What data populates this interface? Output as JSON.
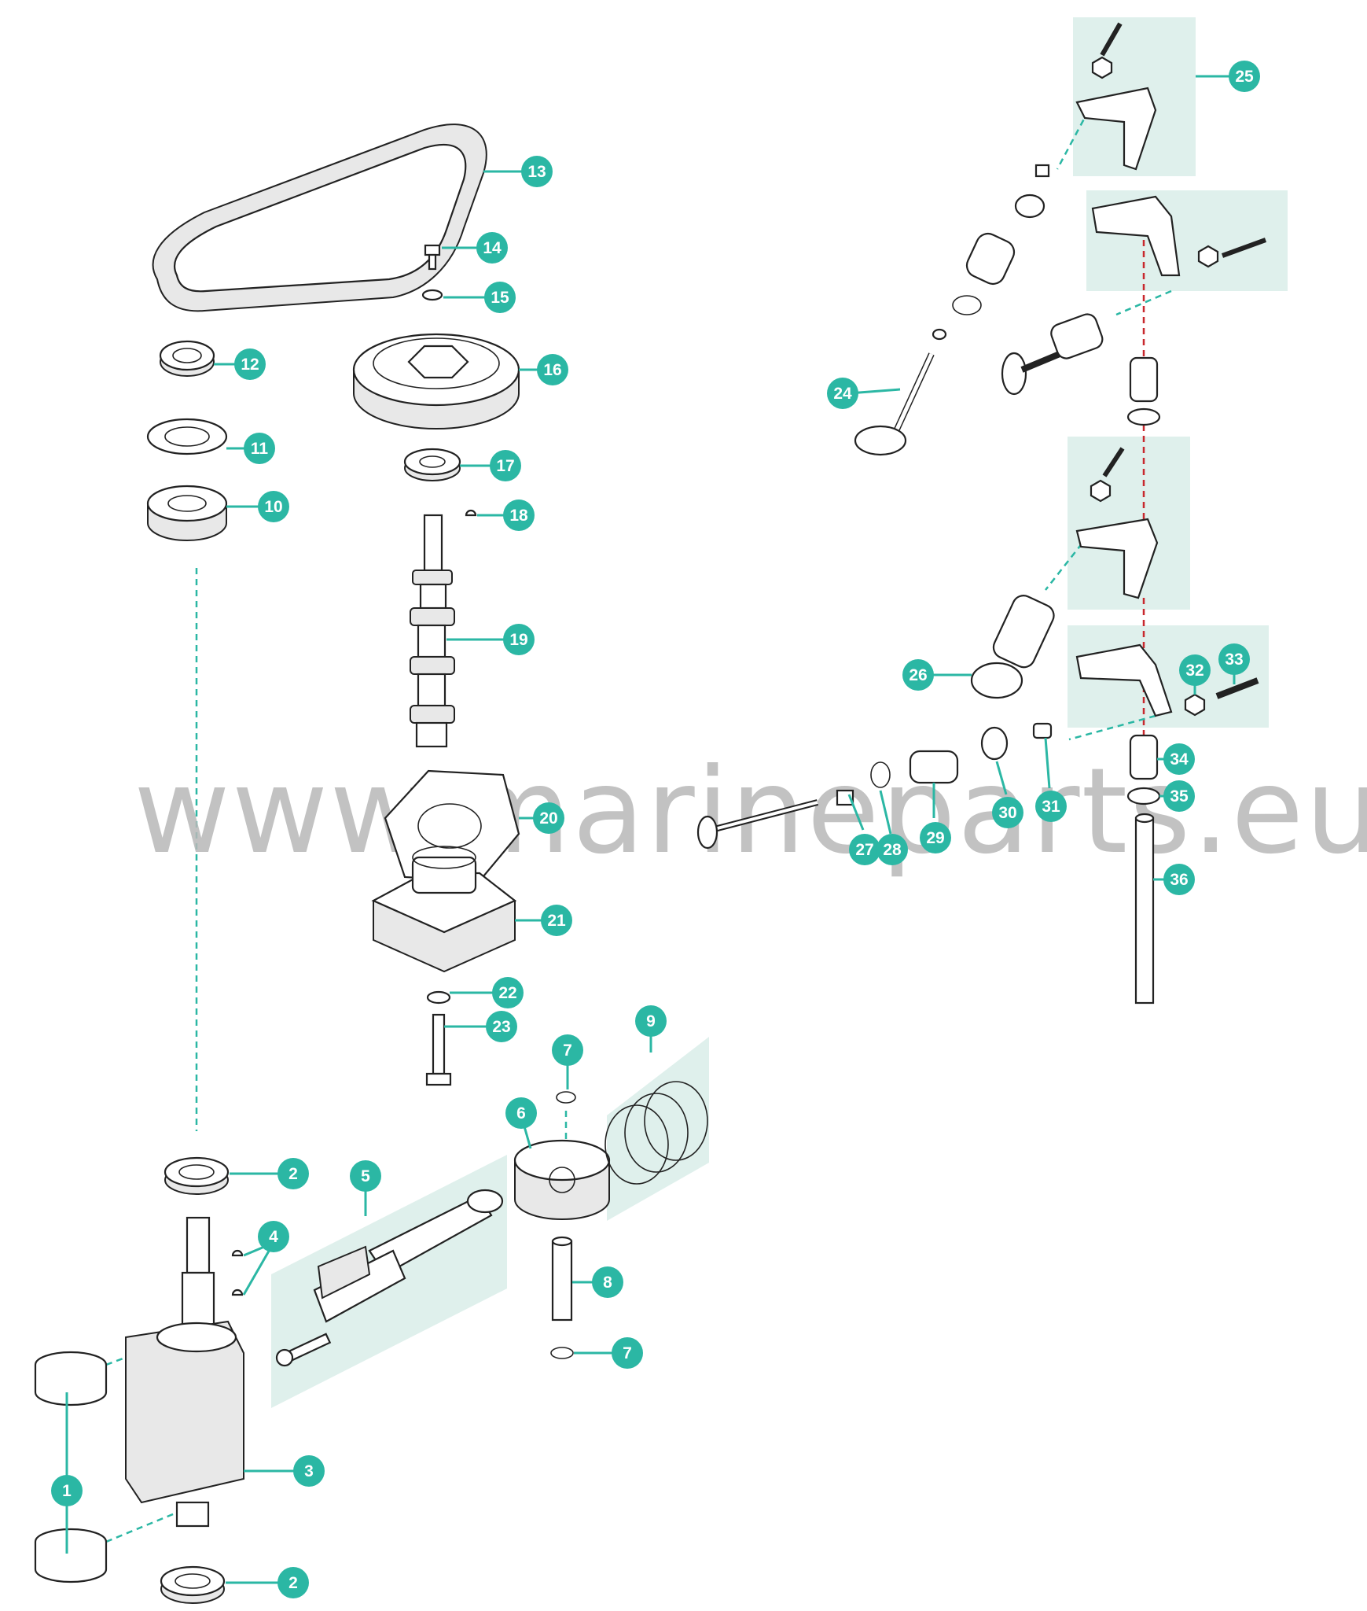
{
  "watermark": "www.marineparts.eu",
  "colors": {
    "callout": "#2bb7a4",
    "panel": "#dff0ec",
    "link_red": "#c8282e"
  },
  "callouts": [
    {
      "id": "c1",
      "label": "1"
    },
    {
      "id": "c2a",
      "label": "2"
    },
    {
      "id": "c2b",
      "label": "2"
    },
    {
      "id": "c3",
      "label": "3"
    },
    {
      "id": "c4",
      "label": "4"
    },
    {
      "id": "c5",
      "label": "5"
    },
    {
      "id": "c6",
      "label": "6"
    },
    {
      "id": "c7a",
      "label": "7"
    },
    {
      "id": "c7b",
      "label": "7"
    },
    {
      "id": "c8",
      "label": "8"
    },
    {
      "id": "c9",
      "label": "9"
    },
    {
      "id": "c10",
      "label": "10"
    },
    {
      "id": "c11",
      "label": "11"
    },
    {
      "id": "c12",
      "label": "12"
    },
    {
      "id": "c13",
      "label": "13"
    },
    {
      "id": "c14",
      "label": "14"
    },
    {
      "id": "c15",
      "label": "15"
    },
    {
      "id": "c16",
      "label": "16"
    },
    {
      "id": "c17",
      "label": "17"
    },
    {
      "id": "c18",
      "label": "18"
    },
    {
      "id": "c19",
      "label": "19"
    },
    {
      "id": "c20",
      "label": "20"
    },
    {
      "id": "c21",
      "label": "21"
    },
    {
      "id": "c22",
      "label": "22"
    },
    {
      "id": "c23",
      "label": "23"
    },
    {
      "id": "c24",
      "label": "24"
    },
    {
      "id": "c25",
      "label": "25"
    },
    {
      "id": "c26",
      "label": "26"
    },
    {
      "id": "c27",
      "label": "27"
    },
    {
      "id": "c28",
      "label": "28"
    },
    {
      "id": "c29",
      "label": "29"
    },
    {
      "id": "c30",
      "label": "30"
    },
    {
      "id": "c31",
      "label": "31"
    },
    {
      "id": "c32",
      "label": "32"
    },
    {
      "id": "c33",
      "label": "33"
    },
    {
      "id": "c34",
      "label": "34"
    },
    {
      "id": "c35",
      "label": "35"
    },
    {
      "id": "c36",
      "label": "36"
    }
  ]
}
